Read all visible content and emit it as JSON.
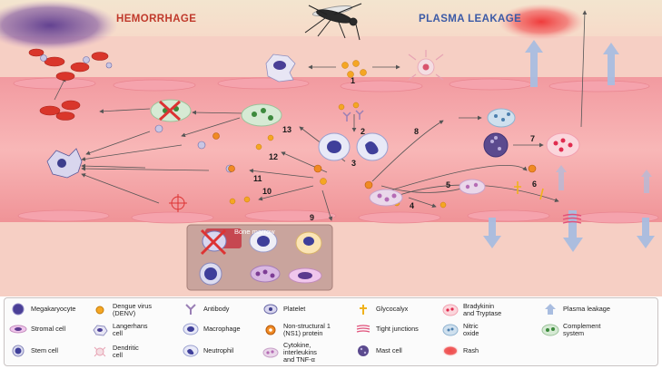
{
  "titles": {
    "hemorrhage": "HEMORRHAGE",
    "plasma_leakage": "PLASMA LEAKAGE",
    "bone_marrow": "Bone marrow"
  },
  "colors": {
    "hemorrhage_title": "#c0392b",
    "plasma_title": "#3b5aa6",
    "tissue": "#f4c1bb",
    "vessel": "#f7a4a8",
    "rbc": "#d9362b",
    "virus": "#f5a623",
    "leakage_arrow": "#a9bde0"
  },
  "steps": [
    "1",
    "2",
    "3",
    "4",
    "5",
    "6",
    "7",
    "8",
    "9",
    "10",
    "11",
    "12",
    "13"
  ],
  "legend": [
    {
      "icon": "megakaryocyte-icon",
      "label": "Megakaryocyte"
    },
    {
      "icon": "dengue-virus-icon",
      "label": "Dengue virus\n(DENV)"
    },
    {
      "icon": "antibody-icon",
      "label": "Antibody"
    },
    {
      "icon": "platelet-icon",
      "label": "Platelet"
    },
    {
      "icon": "glycocalyx-icon",
      "label": "Glycocalyx"
    },
    {
      "icon": "bradykinin-tryptase-icon",
      "label": "Bradykinin\nand Tryptase"
    },
    {
      "icon": "plasma-leakage-icon",
      "label": "Plasma leakage"
    },
    {
      "icon": "stromal-cell-icon",
      "label": "Stromal cell"
    },
    {
      "icon": "langerhans-cell-icon",
      "label": "Langerhans\ncell"
    },
    {
      "icon": "macrophage-icon",
      "label": "Macrophage"
    },
    {
      "icon": "ns1-protein-icon",
      "label": "Non-structural 1\n(NS1) protein"
    },
    {
      "icon": "tight-junctions-icon",
      "label": "Tight junctions"
    },
    {
      "icon": "nitric-oxide-icon",
      "label": "Nitric\noxide"
    },
    {
      "icon": "complement-system-icon",
      "label": "Complement\nsystem"
    },
    {
      "icon": "stem-cell-icon",
      "label": "Stem cell"
    },
    {
      "icon": "dendritic-cell-icon",
      "label": "Dendritic\ncell"
    },
    {
      "icon": "neutrophil-icon",
      "label": "Neutrophil"
    },
    {
      "icon": "cytokine-icon",
      "label": "Cytokine,\ninterleukins\nand  TNF-α"
    },
    {
      "icon": "mast-cell-icon",
      "label": "Mast cell"
    },
    {
      "icon": "rash-icon",
      "label": "Rash"
    }
  ]
}
